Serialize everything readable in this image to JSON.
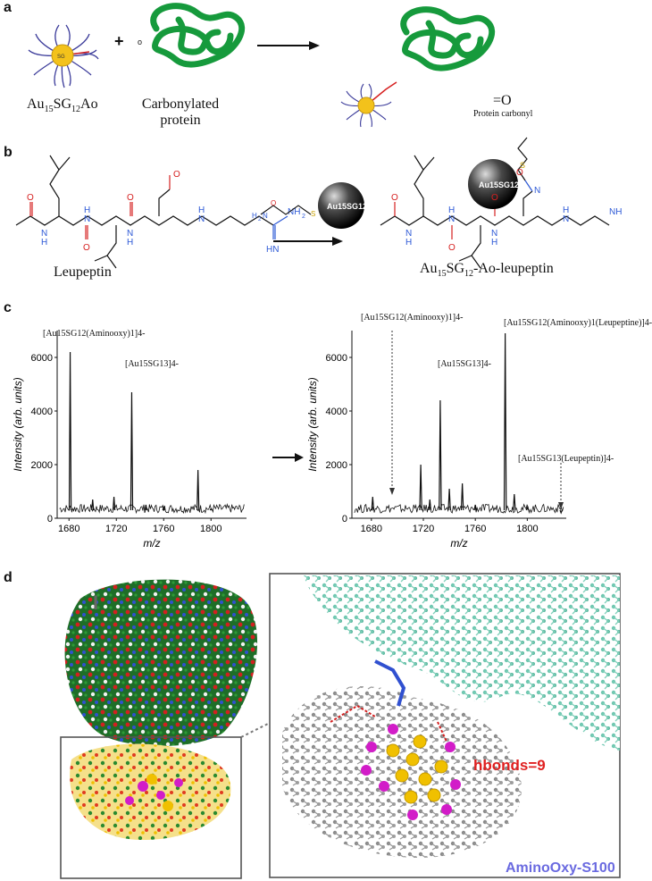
{
  "panels": {
    "a": {
      "letter": "a",
      "cluster_label": "Au",
      "cluster_sub1": "15",
      "cluster_mid": "SG",
      "cluster_sub2": "12",
      "cluster_tail": "Ao",
      "plus": "+",
      "protein_label_line1": "Carbonylated",
      "protein_label_line2": "protein",
      "carbonyl_formula": "=O",
      "carbonyl_caption": "Protein carbonyl",
      "colors": {
        "protein": "#169a3c",
        "gold": "#f3c21b",
        "ligand": "#3b3b9a"
      }
    },
    "b": {
      "letter": "b",
      "reagent_text": "Au15SG12",
      "leupeptin_label": "Leupeptin",
      "product_label_main": "Au",
      "product_sub1": "15",
      "product_mid": "SG",
      "product_sub2": "12",
      "product_tail": "-Ao-leupeptin",
      "atom_labels": {
        "N": "N",
        "H": "H",
        "O": "O",
        "S": "S",
        "NH2": "NH",
        "sub2": "2",
        "HN": "HN",
        "H2N": "H",
        "sub2b": "2"
      }
    },
    "c": {
      "letter": "c",
      "left_ann1": "[Au15SG12(Aminooxy)1]4-",
      "left_ann2": "[Au15SG13]4-",
      "right_ann1": "[Au15SG12(Aminooxy)1]4-",
      "right_ann2": "[Au15SG13]4-",
      "right_ann3": "[Au15SG12(Aminooxy)1(Leupeptine)]4-",
      "right_ann4": "[Au15SG13(Leupeptin)]4-"
    },
    "d": {
      "letter": "d",
      "roman": "I",
      "hbonds": "hbonds=9",
      "model_label": "AminoOxy-S100",
      "colors": {
        "hbonds": "#e02020",
        "model": "#6a6ae0",
        "teal": "#6fc7b0",
        "gray": "#8a8a8a",
        "magenta": "#d21cc8",
        "gold": "#f0c000"
      }
    }
  },
  "chart_data": [
    {
      "type": "line",
      "ylabel": "Intensity (arb. units)",
      "xlabel": "m/z",
      "xlim": [
        1670,
        1830
      ],
      "ylim": [
        0,
        7000
      ],
      "xticks": [
        1680,
        1720,
        1760,
        1800
      ],
      "yticks": [
        0,
        2000,
        4000,
        6000
      ],
      "peaks": [
        [
          1681,
          6200
        ],
        [
          1700,
          700
        ],
        [
          1718,
          800
        ],
        [
          1733,
          4700
        ],
        [
          1745,
          500
        ],
        [
          1760,
          400
        ],
        [
          1789,
          1800
        ],
        [
          1800,
          350
        ]
      ]
    },
    {
      "type": "line",
      "ylabel": "Intensity (arb. units)",
      "xlabel": "m/z",
      "xlim": [
        1665,
        1830
      ],
      "ylim": [
        0,
        7000
      ],
      "xticks": [
        1680,
        1720,
        1760,
        1800
      ],
      "yticks": [
        0,
        2000,
        4000,
        6000
      ],
      "peaks": [
        [
          1681,
          800
        ],
        [
          1718,
          2000
        ],
        [
          1725,
          700
        ],
        [
          1733,
          4400
        ],
        [
          1740,
          1100
        ],
        [
          1750,
          1300
        ],
        [
          1760,
          500
        ],
        [
          1783,
          6900
        ],
        [
          1790,
          900
        ],
        [
          1800,
          400
        ],
        [
          1826,
          200
        ]
      ]
    }
  ]
}
